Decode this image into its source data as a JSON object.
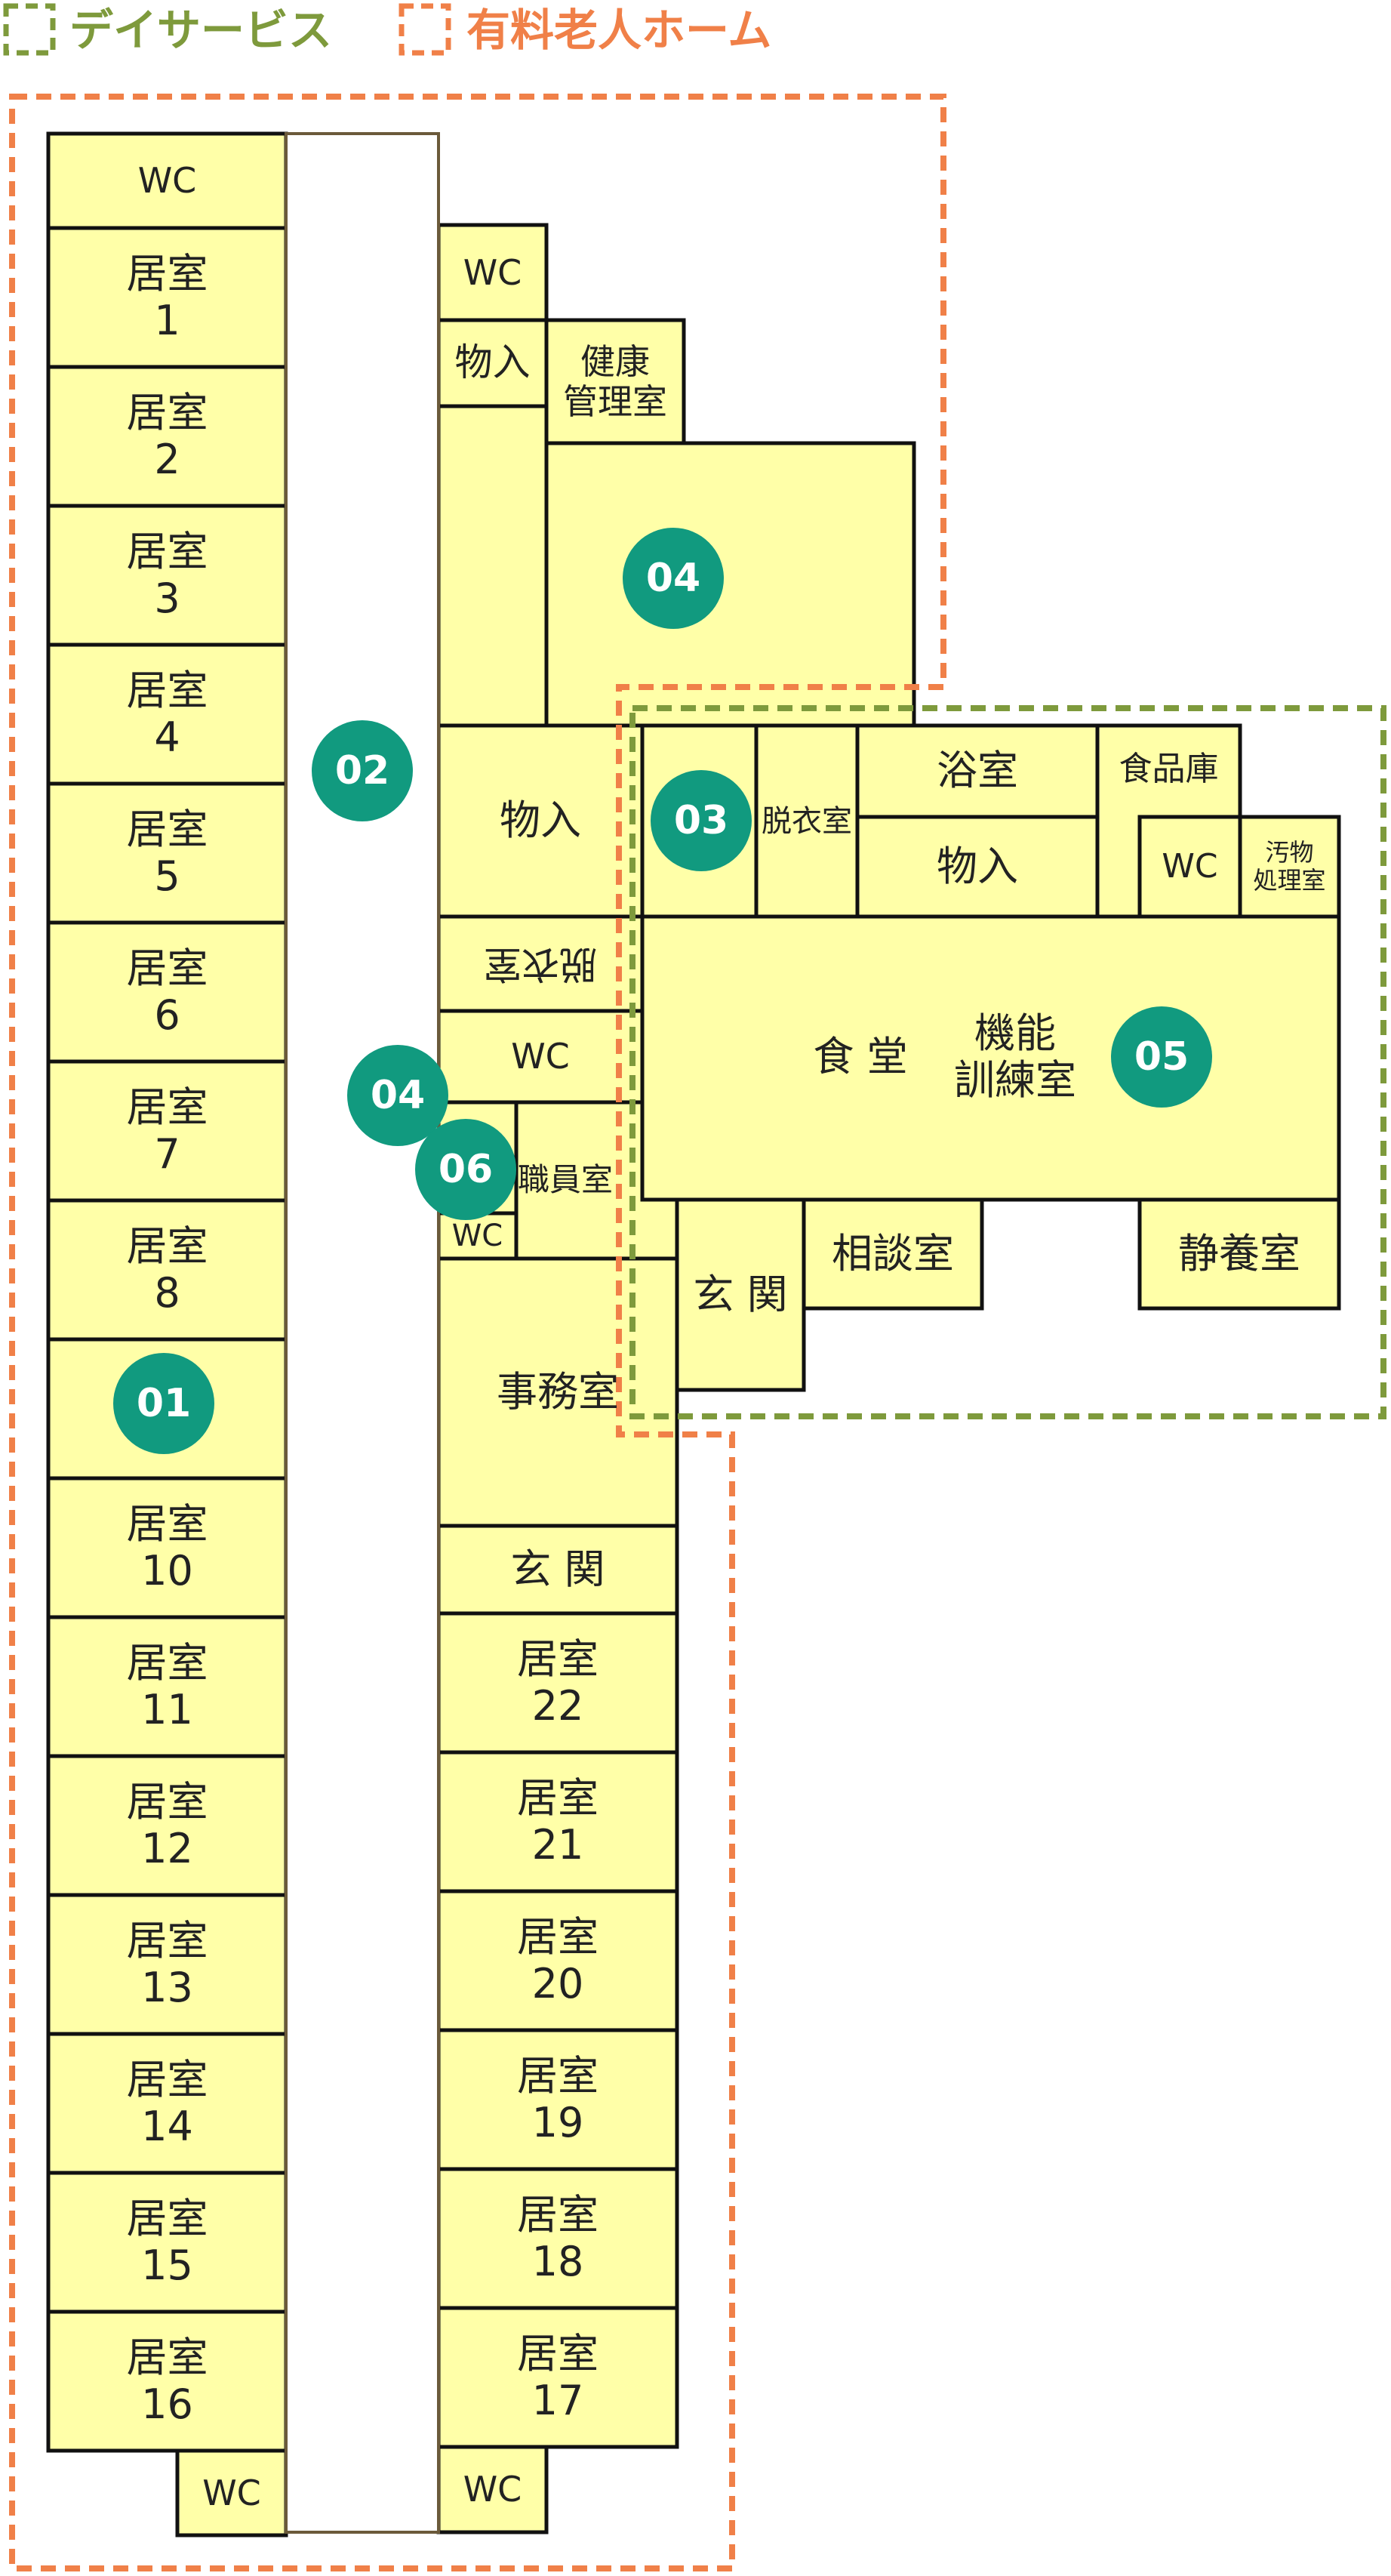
{
  "legend": {
    "day_service": "デイサービス",
    "nursing_home": "有料老人ホーム",
    "day_service_color": "#7e9a3c",
    "nursing_home_color": "#f08048"
  },
  "colors": {
    "room_fill": "#ffffa8",
    "wall": "#111111",
    "corridor_border": "#6b5a3a",
    "badge": "#119a7f"
  },
  "rooms": {
    "wc_top_left": "WC",
    "room_1": "居室\n1",
    "room_2": "居室\n2",
    "room_3": "居室\n3",
    "room_4": "居室\n4",
    "room_5": "居室\n5",
    "room_6": "居室\n6",
    "room_7": "居室\n7",
    "room_8": "居室\n8",
    "room_10": "居室\n10",
    "room_11": "居室\n11",
    "room_12": "居室\n12",
    "room_13": "居室\n13",
    "room_14": "居室\n14",
    "room_15": "居室\n15",
    "room_16": "居室\n16",
    "wc_bottom_left": "WC",
    "wc_mid_top": "WC",
    "storage_top": "物入",
    "health_room": "健康\n管理室",
    "storage_mid": "物入",
    "changing_room_rotated": "脱衣室",
    "wc_mid": "WC",
    "wc_small": "WC",
    "staff_room": "職員室",
    "office": "事務室",
    "entrance_main": "玄 関",
    "room_22": "居室\n22",
    "room_21": "居室\n21",
    "room_20": "居室\n20",
    "room_19": "居室\n19",
    "room_18": "居室\n18",
    "room_17": "居室\n17",
    "wc_bottom_mid": "WC",
    "changing_room": "脱衣室",
    "bath": "浴室",
    "storage_right": "物入",
    "food_storage": "食品庫",
    "wc_right": "WC",
    "soiled_room": "汚物\n処理室",
    "dining": "食 堂",
    "training_room": "機能\n訓練室",
    "entrance_ds": "玄 関",
    "consult_room": "相談室",
    "rest_room": "静養室"
  },
  "badges": {
    "b01": "01",
    "b02": "02",
    "b03": "03",
    "b04_top": "04",
    "b04_mid": "04",
    "b05": "05",
    "b06": "06"
  }
}
